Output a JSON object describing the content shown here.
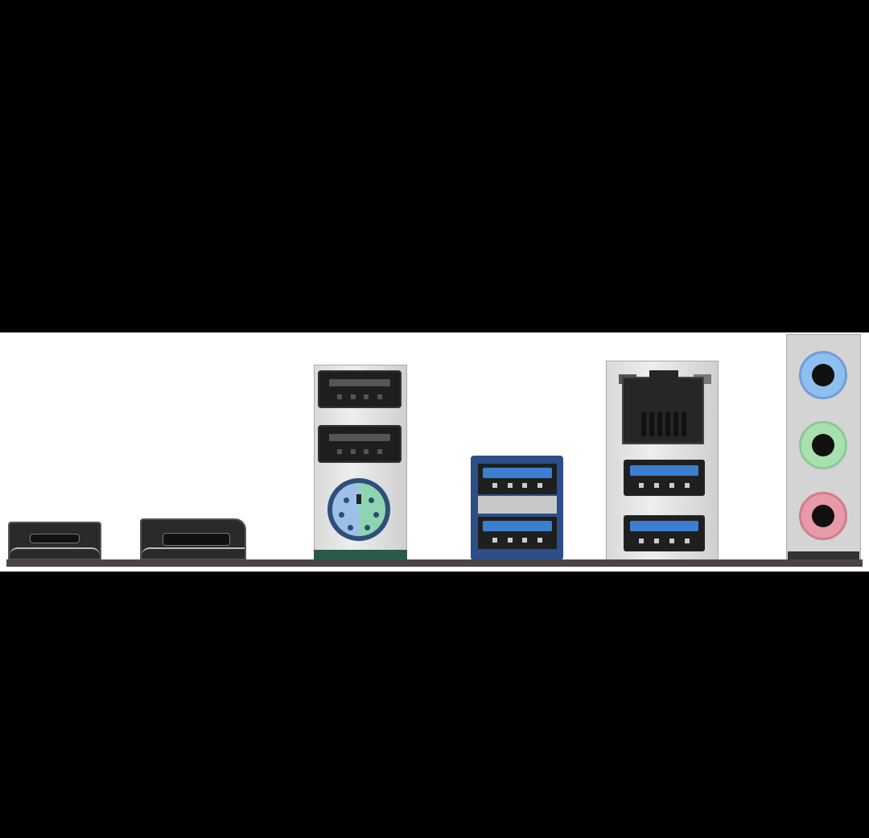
{
  "scene": {
    "background": "#000000",
    "panel_background": "#ffffff",
    "pcb_edge_color": "#4a4542"
  },
  "components": [
    {
      "icon": "hdmi-port-icon"
    },
    {
      "icon": "displayport-port-icon"
    },
    {
      "icon": "usb2-port-icon",
      "count": 2
    },
    {
      "icon": "ps2-combo-port-icon",
      "colors": [
        "#9cc0e8",
        "#8fd4b0"
      ]
    },
    {
      "icon": "usb3-port-icon",
      "count": 2,
      "color": "#3c7fd0"
    },
    {
      "icon": "ethernet-rj45-port-icon"
    },
    {
      "icon": "usb3-port-icon",
      "count": 2,
      "color": "#3c7fd0"
    },
    {
      "icon": "audio-jack-icon",
      "colors": [
        "#8fbff0",
        "#a8e0b0",
        "#e89aa8"
      ]
    }
  ]
}
